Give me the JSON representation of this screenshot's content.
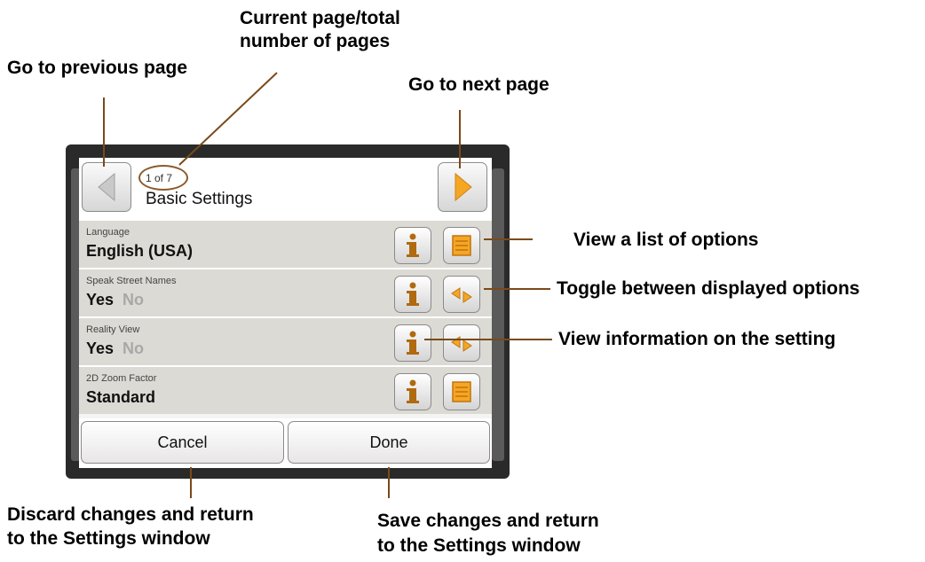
{
  "annotations": {
    "prev_page": "Go to previous page",
    "page_count_line1": "Current page/total",
    "page_count_line2": "number of pages",
    "next_page": "Go to next page",
    "list_options": "View a list of options",
    "toggle_options": "Toggle between displayed options",
    "view_info": "View information on the setting",
    "cancel_line1": "Discard changes and return",
    "cancel_line2": "to the Settings window",
    "done_line1": "Save changes and return",
    "done_line2": "to the Settings window"
  },
  "header": {
    "page_indicator": "1 of 7",
    "title": "Basic Settings"
  },
  "settings": [
    {
      "label": "Language",
      "value": "English (USA)",
      "alt": "",
      "control": "list-icon"
    },
    {
      "label": "Speak Street Names",
      "value": "Yes",
      "alt": "No",
      "control": "toggle-icon"
    },
    {
      "label": "Reality View",
      "value": "Yes",
      "alt": "No",
      "control": "toggle-icon"
    },
    {
      "label": "2D Zoom Factor",
      "value": "Standard",
      "alt": "",
      "control": "list-icon"
    }
  ],
  "buttons": {
    "cancel": "Cancel",
    "done": "Done"
  },
  "colors": {
    "accent_orange": "#f5a623",
    "row_bg": "#dcdad4",
    "info_brown": "#b06a10"
  }
}
